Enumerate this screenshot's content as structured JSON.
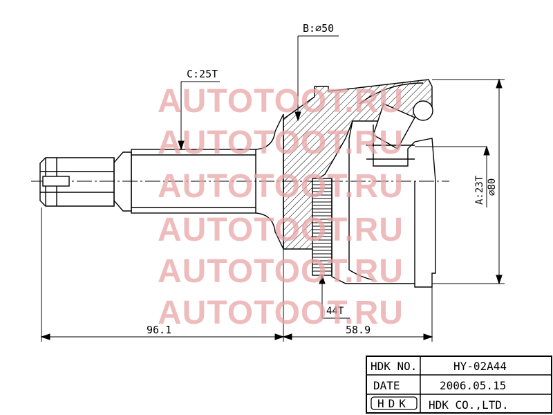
{
  "drawing": {
    "labels": {
      "spline_outer": "C:25T",
      "bearing_diameter": "B:⌀50",
      "spline_inner": "A:23T",
      "outer_diameter": "⌀80",
      "abs_ring": "44T",
      "length_shaft": "96.1",
      "length_body": "58.9"
    }
  },
  "watermark": {
    "text": "AUTOTOOT.RU",
    "color": "#e8a6a6"
  },
  "title_block": {
    "rows": [
      {
        "key": "HDK NO.",
        "value": "HY-02A44"
      },
      {
        "key": "DATE",
        "value": "2006.05.15"
      },
      {
        "key": "HDK",
        "value": "HDK CO.,LTD."
      }
    ]
  }
}
